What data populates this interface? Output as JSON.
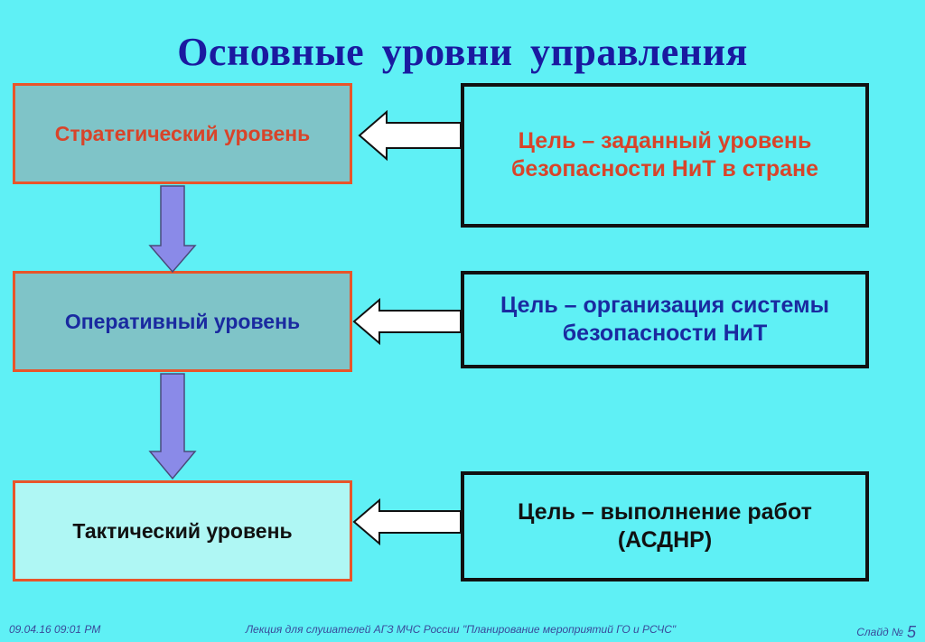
{
  "slide": {
    "title": "Основные  уровни  управления"
  },
  "levels": {
    "strategic": "Стратегический уровень",
    "operative": "Оперативный уровень",
    "tactical": "Тактический уровень"
  },
  "goals": {
    "strategic": "Цель – заданный уровень безопасности  НиТ в стране",
    "operative": "Цель – организация системы безопасности НиТ",
    "tactical": "Цель – выполнение работ (АСДНР)"
  },
  "footer": {
    "date": "09.04.16 09:01 PM",
    "lecture": "Лекция для слушателей АГЗ МЧС России \"Планирование мероприятий ГО и РСЧС\"",
    "slide_label": "Слайд №",
    "slide_number": "5"
  },
  "colors": {
    "background": "#5ff0f5",
    "title": "#1a1aa0",
    "level_border": "#e8552a",
    "down_arrow_fill": "#8a8ae8"
  }
}
